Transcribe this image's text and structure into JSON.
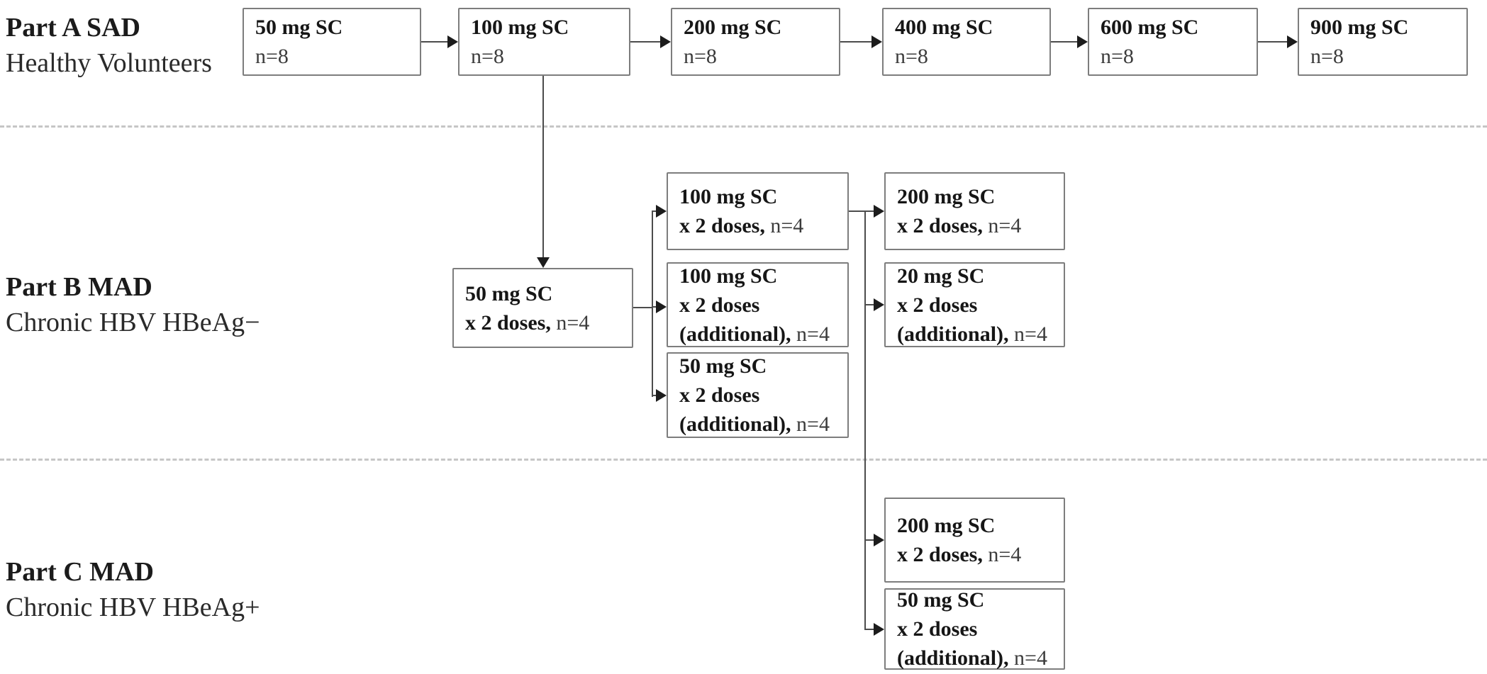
{
  "parts": {
    "a": {
      "title": "Part A SAD",
      "subtitle": "Healthy Volunteers"
    },
    "b": {
      "title": "Part B MAD",
      "subtitle": "Chronic HBV HBeAg−"
    },
    "c": {
      "title": "Part C MAD",
      "subtitle": "Chronic HBV HBeAg+"
    }
  },
  "boxes": {
    "a1": {
      "l1b": "50 mg SC",
      "l2r": "n=8"
    },
    "a2": {
      "l1b": "100 mg SC",
      "l2r": "n=8"
    },
    "a3": {
      "l1b": "200 mg SC",
      "l2r": "n=8"
    },
    "a4": {
      "l1b": "400 mg SC",
      "l2r": "n=8"
    },
    "a5": {
      "l1b": "600 mg SC",
      "l2r": "n=8"
    },
    "a6": {
      "l1b": "900 mg SC",
      "l2r": "n=8"
    },
    "b_start": {
      "l1b": "50 mg SC",
      "l2b": "x 2 doses, ",
      "l2r": "n=4"
    },
    "b_esc1": {
      "l1b": "100 mg SC",
      "l2b": "x 2 doses, ",
      "l2r": "n=4"
    },
    "b_add1": {
      "l1b": "100 mg SC",
      "l2b": "x 2 doses",
      "l3b": "(additional), ",
      "l3r": "n=4"
    },
    "b_add2": {
      "l1b": "50 mg SC",
      "l2b": "x 2 doses",
      "l3b": "(additional), ",
      "l3r": "n=4"
    },
    "b_esc2": {
      "l1b": "200 mg SC",
      "l2b": "x 2 doses, ",
      "l2r": "n=4"
    },
    "b_add3": {
      "l1b": "20 mg SC",
      "l2b": "x 2 doses",
      "l3b": "(additional), ",
      "l3r": "n=4"
    },
    "c_esc1": {
      "l1b": "200 mg SC",
      "l2b": "x 2 doses, ",
      "l2r": "n=4"
    },
    "c_add1": {
      "l1b": "50 mg SC",
      "l2b": "x 2 doses",
      "l3b": "(additional), ",
      "l3r": "n=4"
    }
  }
}
